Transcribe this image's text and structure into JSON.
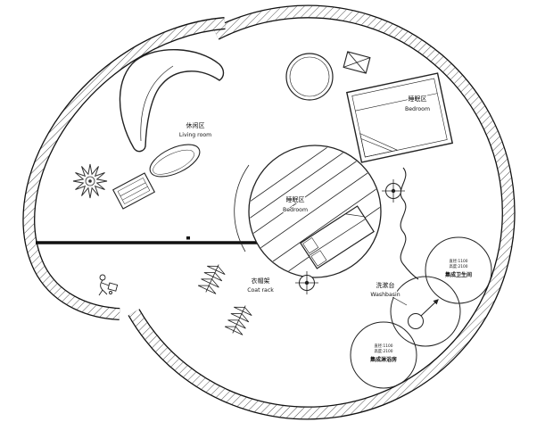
{
  "labels": {
    "living": {
      "zh": "休闲区",
      "en": "Living room"
    },
    "bedroom_top": {
      "zh": "睡眠区",
      "en": "Bedroom"
    },
    "bedroom_center": {
      "zh": "睡眠区",
      "en": "Bedroom"
    },
    "coat_rack": {
      "zh": "衣帽架",
      "en": "Coat rack"
    },
    "washbasin": {
      "zh": "洗漱台",
      "en": "Washbasin"
    },
    "bathroom_pod": {
      "spec1": "直径:1100",
      "spec2": "高度:2100",
      "name": "集成卫生间"
    },
    "shower_pod": {
      "spec1": "直径:1100",
      "spec2": "高度:2100",
      "name": "集成淋浴房"
    }
  },
  "colors": {
    "line": "#1a1a1a",
    "hatch": "#3d3d3d",
    "background": "#ffffff"
  }
}
